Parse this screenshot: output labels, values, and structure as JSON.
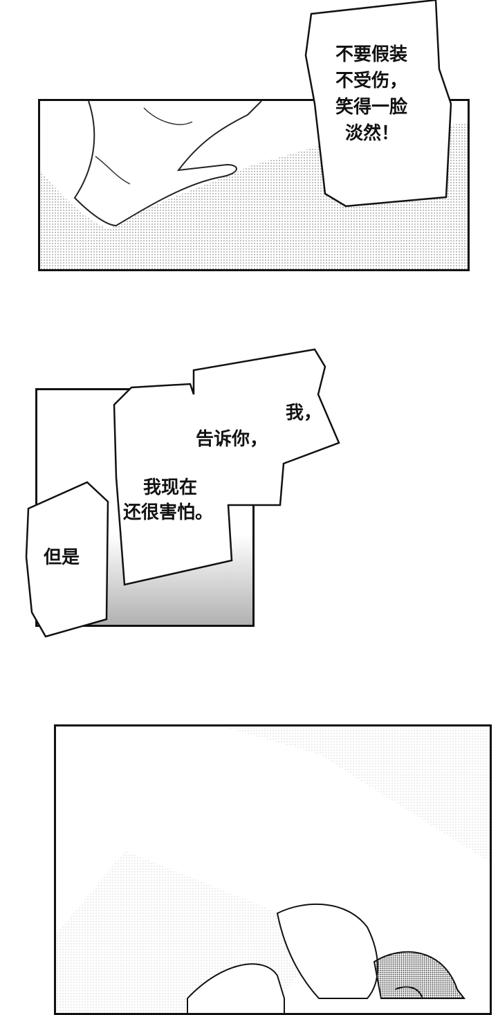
{
  "panel1": {
    "bubble_lines": [
      "不要假装",
      "不受伤，",
      "笑得一脸",
      "淡然！"
    ]
  },
  "panel2": {
    "bubble_main_lines": [
      "我，",
      "告诉你，",
      "我现在",
      "还很害怕。"
    ],
    "bubble_side_text": "但是"
  },
  "panel3": {}
}
